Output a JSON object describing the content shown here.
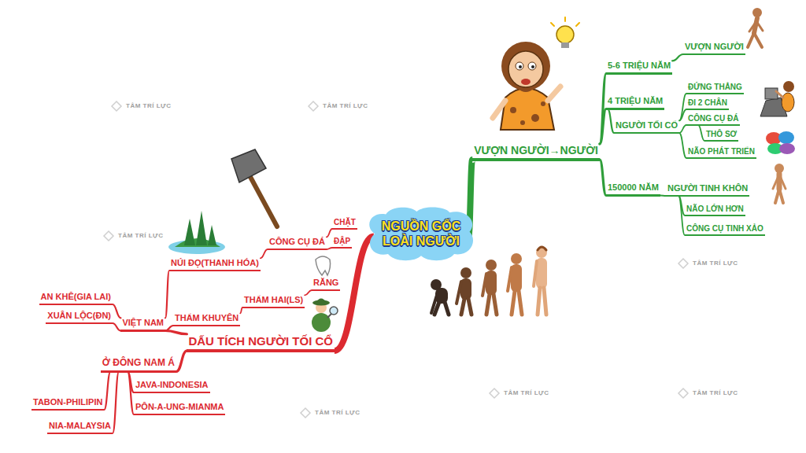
{
  "diagram": {
    "nodes": [
      {
        "text": [
          "NGUỒN GỐC LOÀI NGƯỜI"
        ]
      },
      {
        "text": [
          "VƯỢN NGƯỜI→NGƯỜI"
        ]
      },
      {
        "text": [
          "5-6 TRIỆU NĂM"
        ]
      },
      {
        "text": [
          "VƯỢN NGƯỜI"
        ]
      },
      {
        "text": [
          "4 TRIỆU NĂM"
        ]
      },
      {
        "text": [
          "NGƯỜI TỐI CỔ"
        ]
      },
      {
        "text": [
          "ĐỨNG THẲNG"
        ]
      },
      {
        "text": [
          "ĐI 2 CHÂN"
        ]
      },
      {
        "text": [
          "CÔNG CỤ ĐÁ"
        ]
      },
      {
        "text": [
          "THÔ SƠ"
        ]
      },
      {
        "text": [
          "NÃO PHÁT TRIỂN"
        ]
      },
      {
        "text": [
          "150000 NĂM"
        ]
      },
      {
        "text": [
          "NGƯỜI TINH KHÔN"
        ]
      },
      {
        "text": [
          "NÃO LỚN HƠN"
        ]
      },
      {
        "text": [
          "CÔNG CỤ TINH XẢO"
        ]
      },
      {
        "text": [
          "DẤU TÍCH NGƯỜI TỐI CỔ"
        ]
      },
      {
        "text": [
          "VIỆT NAM"
        ]
      },
      {
        "text": [
          "AN KHÊ(GIA LAI)"
        ]
      },
      {
        "text": [
          "XUÂN LỘC(ĐN)"
        ]
      },
      {
        "text": [
          "NÚI ĐỌ(THANH HÓA)"
        ]
      },
      {
        "text": [
          "CÔNG CỤ ĐÁ"
        ]
      },
      {
        "text": [
          "CHẶT"
        ]
      },
      {
        "text": [
          "ĐẬP"
        ]
      },
      {
        "text": [
          "THẨM KHUYÊN"
        ]
      },
      {
        "text": [
          "THẨM HAI(LS)"
        ]
      },
      {
        "text": [
          "RĂNG"
        ]
      },
      {
        "text": [
          "Ở ĐÔNG NAM Á"
        ]
      },
      {
        "text": [
          "TABON-PHILIPIN"
        ]
      },
      {
        "text": [
          "JAVA-INDONESIA"
        ]
      },
      {
        "text": [
          "PÔN-A-UNG-MIANMA"
        ]
      },
      {
        "text": [
          "NIA-MALAYSIA"
        ]
      }
    ],
    "edges": [
      {
        "from": 0,
        "to": 1,
        "arrow": "none"
      },
      {
        "from": 1,
        "to": 2,
        "arrow": "none"
      },
      {
        "from": 2,
        "to": 3,
        "arrow": "none"
      },
      {
        "from": 1,
        "to": 4,
        "arrow": "none"
      },
      {
        "from": 4,
        "to": 5,
        "arrow": "none"
      },
      {
        "from": 5,
        "to": 6,
        "arrow": "none"
      },
      {
        "from": 5,
        "to": 7,
        "arrow": "none"
      },
      {
        "from": 5,
        "to": 8,
        "arrow": "none"
      },
      {
        "from": 8,
        "to": 9,
        "arrow": "none"
      },
      {
        "from": 5,
        "to": 10,
        "arrow": "none"
      },
      {
        "from": 1,
        "to": 11,
        "arrow": "none"
      },
      {
        "from": 11,
        "to": 12,
        "arrow": "none"
      },
      {
        "from": 12,
        "to": 13,
        "arrow": "none"
      },
      {
        "from": 12,
        "to": 14,
        "arrow": "none"
      },
      {
        "from": 0,
        "to": 15,
        "arrow": "none"
      },
      {
        "from": 15,
        "to": 16,
        "arrow": "none"
      },
      {
        "from": 16,
        "to": 17,
        "arrow": "none"
      },
      {
        "from": 16,
        "to": 18,
        "arrow": "none"
      },
      {
        "from": 16,
        "to": 19,
        "arrow": "none"
      },
      {
        "from": 19,
        "to": 20,
        "arrow": "none"
      },
      {
        "from": 20,
        "to": 21,
        "arrow": "none"
      },
      {
        "from": 20,
        "to": 22,
        "arrow": "none"
      },
      {
        "from": 16,
        "to": 23,
        "arrow": "none"
      },
      {
        "from": 23,
        "to": 24,
        "arrow": "none"
      },
      {
        "from": 24,
        "to": 25,
        "arrow": "none"
      },
      {
        "from": 15,
        "to": 26,
        "arrow": "none"
      },
      {
        "from": 26,
        "to": 27,
        "arrow": "none"
      },
      {
        "from": 26,
        "to": 28,
        "arrow": "none"
      },
      {
        "from": 26,
        "to": 29,
        "arrow": "none"
      },
      {
        "from": 26,
        "to": 30,
        "arrow": "none"
      }
    ],
    "labels": [
      "TÂM TRÍ LỰC",
      "TÂM TRÍ LỰC",
      "TÂM TRÍ LỰC",
      "TÂM TRÍ LỰC",
      "TÂM TRÍ LỰC",
      "TÂM TRÍ LỰC",
      "TÂM TRÍ LỰC"
    ]
  }
}
